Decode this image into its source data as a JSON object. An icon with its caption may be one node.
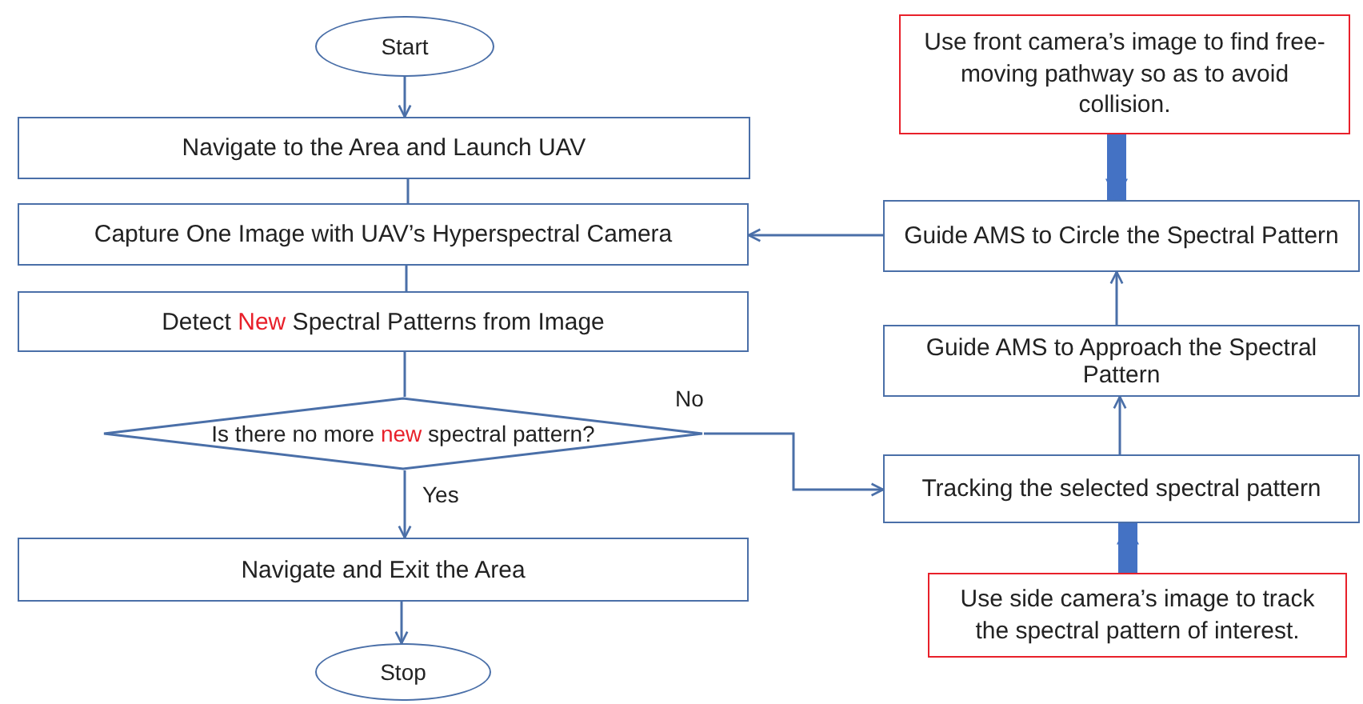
{
  "diagram": {
    "nodes": [
      {
        "text": [
          "Start"
        ]
      },
      {
        "text": [
          "Navigate to the Area and Launch UAV"
        ]
      },
      {
        "text": [
          "Capture One Image with UAV’s Hyperspectral Camera"
        ]
      },
      {
        "text": [
          "Detect **New** Spectral Patterns from Image"
        ]
      },
      {
        "text": [
          "Is there no more **new** spectral pattern?"
        ]
      },
      {
        "text": [
          "Navigate and Exit the Area"
        ]
      },
      {
        "text": [
          "Stop"
        ]
      },
      {
        "text": [
          "Use front camera’s image to find free-moving pathway so as to avoid collision."
        ]
      },
      {
        "text": [
          "Guide AMS to Circle the Spectral Pattern"
        ]
      },
      {
        "text": [
          "Guide AMS to Approach the Spectral Pattern"
        ]
      },
      {
        "text": [
          "Tracking the selected spectral pattern"
        ]
      },
      {
        "text": [
          "Use side camera’s image to track the spectral pattern of interest."
        ]
      }
    ],
    "edges": [
      {
        "from": 0,
        "to": 1,
        "arrow": "to"
      },
      {
        "from": 1,
        "to": 2,
        "arrow": "none"
      },
      {
        "from": 2,
        "to": 3,
        "arrow": "none"
      },
      {
        "from": 3,
        "to": 4,
        "arrow": "none"
      },
      {
        "from": 4,
        "to": 5,
        "arrow": "to",
        "label": "Yes"
      },
      {
        "from": 5,
        "to": 6,
        "arrow": "to"
      },
      {
        "from": 4,
        "to": 10,
        "arrow": "to",
        "label": "No"
      },
      {
        "from": 10,
        "to": 9,
        "arrow": "to"
      },
      {
        "from": 9,
        "to": 8,
        "arrow": "to"
      },
      {
        "from": 8,
        "to": 2,
        "arrow": "to"
      },
      {
        "from": 7,
        "to": 8,
        "arrow": "to",
        "style": "thick",
        "color": "#4472c4"
      },
      {
        "from": 11,
        "to": 10,
        "arrow": "to",
        "style": "thick",
        "color": "#4472c4"
      }
    ]
  }
}
